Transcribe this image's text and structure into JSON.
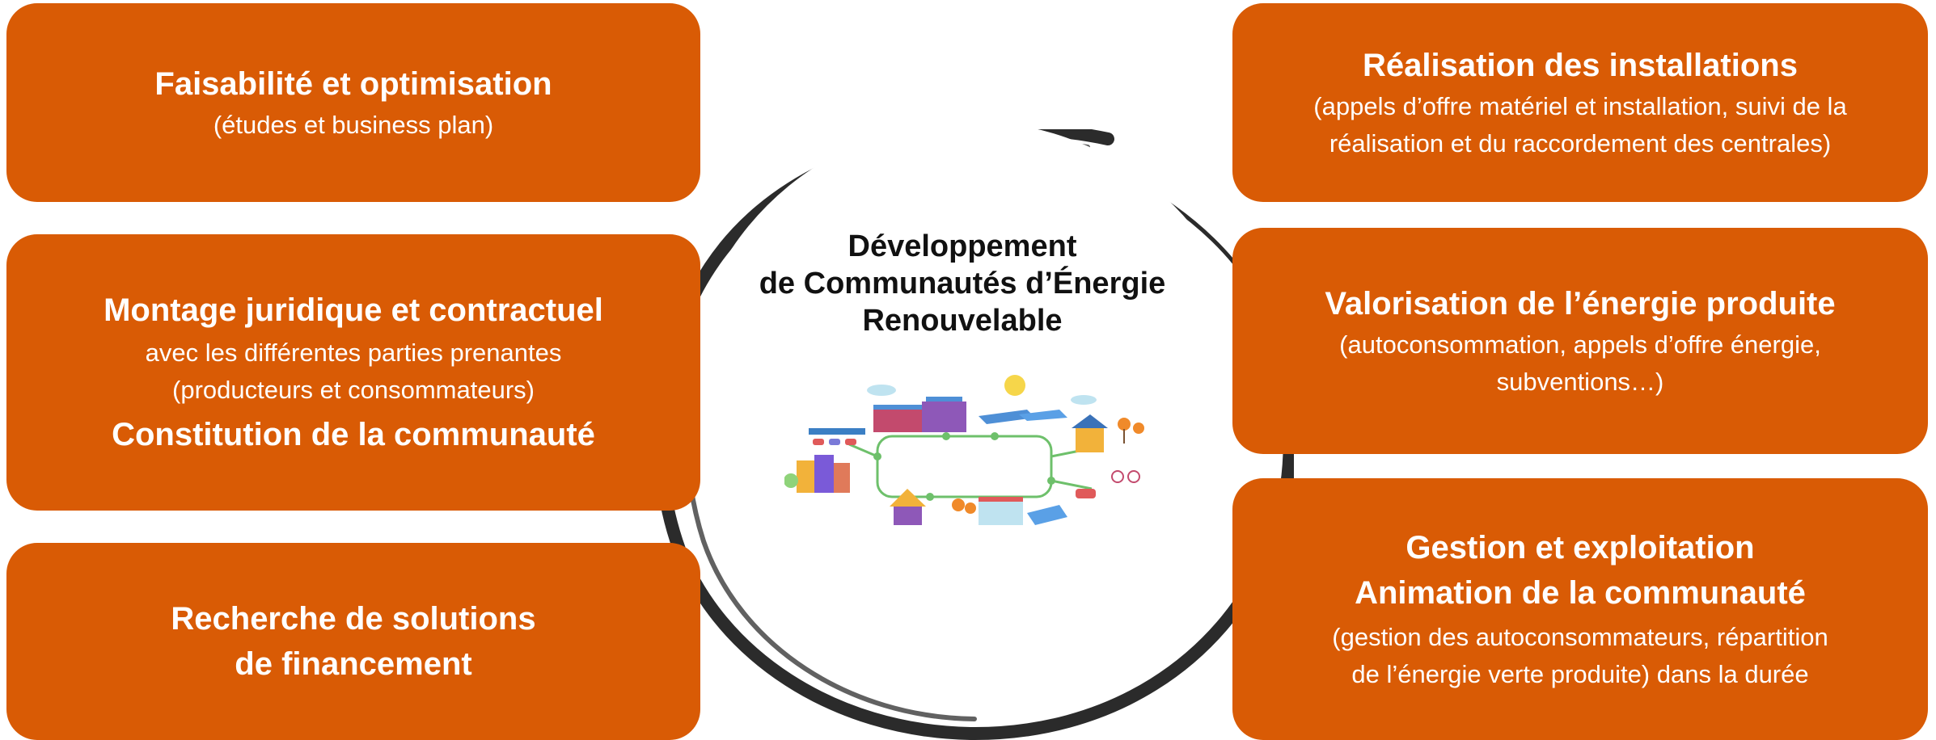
{
  "colors": {
    "box_fill": "#d95b05",
    "box_text": "#ffffff",
    "ring": "#2b2b2b",
    "center_text": "#111111"
  },
  "center": {
    "title_lines": [
      "Développement",
      "de Communautés d’Énergie",
      "Renouvelable"
    ],
    "illustration_icon": "renewable-energy-community-illustration"
  },
  "left_boxes": {
    "feasibility": {
      "title": "Faisabilité et optimisation",
      "desc": "(études et business plan)"
    },
    "legal": {
      "title": "Montage juridique et contractuel",
      "desc_line1": "avec les différentes parties prenantes",
      "desc_line2": "(producteurs et consommateurs)",
      "title2": "Constitution de la communauté"
    },
    "financing": {
      "title_line1": "Recherche de solutions",
      "title_line2": "de financement"
    }
  },
  "right_boxes": {
    "installation": {
      "title": "Réalisation des installations",
      "desc_line1": "(appels d’offre matériel et installation, suivi de la",
      "desc_line2": "réalisation et du raccordement des centrales)"
    },
    "valorisation": {
      "title": "Valorisation de l’énergie produite",
      "desc_line1": "(autoconsommation, appels d’offre énergie,",
      "desc_line2": "subventions…)"
    },
    "management": {
      "title1": "Gestion et exploitation",
      "title2": "Animation de la communauté",
      "desc_line1": "(gestion des autoconsommateurs, répartition",
      "desc_line2": "de l’énergie verte produite) dans la durée"
    }
  }
}
